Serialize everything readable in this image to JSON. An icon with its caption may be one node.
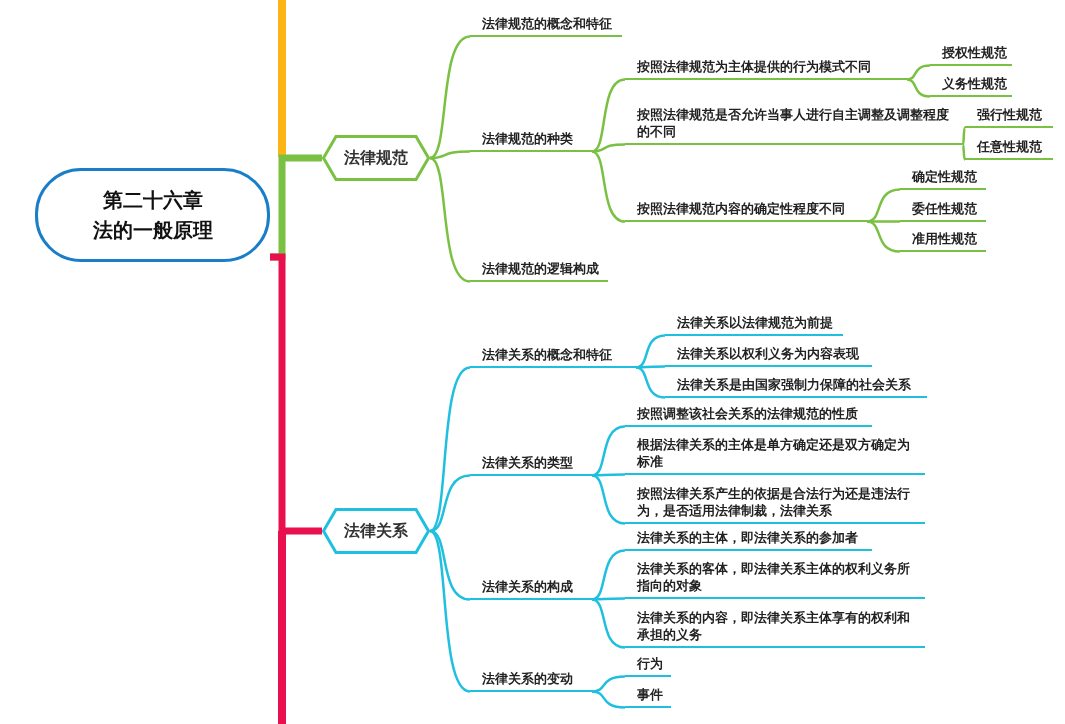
{
  "diagram": {
    "nodes": [
      {
        "text": [
          "第二十六章",
          "法的一般原理"
        ]
      },
      {
        "text": [
          "法律规范"
        ]
      },
      {
        "text": [
          "法律规范的概念和特征"
        ]
      },
      {
        "text": [
          "法律规范的种类"
        ]
      },
      {
        "text": [
          "按照法律规范为主体提供的行为模式不同"
        ]
      },
      {
        "text": [
          "授权性规范"
        ]
      },
      {
        "text": [
          "义务性规范"
        ]
      },
      {
        "text": [
          "按照法律规范是否允许当事人进行自主调整及调整程度的不同"
        ]
      },
      {
        "text": [
          "强行性规范"
        ]
      },
      {
        "text": [
          "任意性规范"
        ]
      },
      {
        "text": [
          "按照法律规范内容的确定性程度不同"
        ]
      },
      {
        "text": [
          "确定性规范"
        ]
      },
      {
        "text": [
          "委任性规范"
        ]
      },
      {
        "text": [
          "准用性规范"
        ]
      },
      {
        "text": [
          "法律规范的逻辑构成"
        ]
      },
      {
        "text": [
          "法律关系"
        ]
      },
      {
        "text": [
          "法律关系的概念和特征"
        ]
      },
      {
        "text": [
          "法律关系以法律规范为前提"
        ]
      },
      {
        "text": [
          "法律关系以权利义务为内容表现"
        ]
      },
      {
        "text": [
          "法律关系是由国家强制力保障的社会关系"
        ]
      },
      {
        "text": [
          "法律关系的类型"
        ]
      },
      {
        "text": [
          "按照调整该社会关系的法律规范的性质"
        ]
      },
      {
        "text": [
          "根据法律关系的主体是单方确定还是双方确定为标准"
        ]
      },
      {
        "text": [
          "按照法律关系产生的依据是合法行为还是违法行为，是否适用法律制裁，法律关系"
        ]
      },
      {
        "text": [
          "法律关系的构成"
        ]
      },
      {
        "text": [
          "法律关系的主体，即法律关系的参加者"
        ]
      },
      {
        "text": [
          "法律关系的客体，即法律关系主体的权利义务所指向的对象"
        ]
      },
      {
        "text": [
          "法律关系的内容，即法律关系主体享有的权利和承担的义务"
        ]
      },
      {
        "text": [
          "法律关系的变动"
        ]
      },
      {
        "text": [
          "行为"
        ]
      },
      {
        "text": [
          "事件"
        ]
      }
    ],
    "edges": [
      {
        "from": 0,
        "to": 1,
        "arrow": "none",
        "style": "thick",
        "color": "#7ac143"
      },
      {
        "from": 1,
        "to": 2,
        "arrow": "none",
        "color": "#7ac143"
      },
      {
        "from": 1,
        "to": 3,
        "arrow": "none",
        "color": "#7ac143"
      },
      {
        "from": 3,
        "to": 4,
        "arrow": "none",
        "color": "#7ac143"
      },
      {
        "from": 4,
        "to": 5,
        "arrow": "none",
        "color": "#7ac143"
      },
      {
        "from": 4,
        "to": 6,
        "arrow": "none",
        "color": "#7ac143"
      },
      {
        "from": 3,
        "to": 7,
        "arrow": "none",
        "color": "#7ac143"
      },
      {
        "from": 7,
        "to": 8,
        "arrow": "none",
        "color": "#7ac143"
      },
      {
        "from": 7,
        "to": 9,
        "arrow": "none",
        "color": "#7ac143"
      },
      {
        "from": 3,
        "to": 10,
        "arrow": "none",
        "color": "#7ac143"
      },
      {
        "from": 10,
        "to": 11,
        "arrow": "none",
        "color": "#7ac143"
      },
      {
        "from": 10,
        "to": 12,
        "arrow": "none",
        "color": "#7ac143"
      },
      {
        "from": 10,
        "to": 13,
        "arrow": "none",
        "color": "#7ac143"
      },
      {
        "from": 1,
        "to": 14,
        "arrow": "none",
        "color": "#7ac143"
      },
      {
        "from": 0,
        "to": 15,
        "arrow": "none",
        "style": "thick",
        "color": "#e8104f"
      },
      {
        "from": 15,
        "to": 16,
        "arrow": "none"
      },
      {
        "from": 16,
        "to": 17,
        "arrow": "none"
      },
      {
        "from": 16,
        "to": 18,
        "arrow": "none"
      },
      {
        "from": 16,
        "to": 19,
        "arrow": "none"
      },
      {
        "from": 15,
        "to": 20,
        "arrow": "none"
      },
      {
        "from": 20,
        "to": 21,
        "arrow": "none"
      },
      {
        "from": 20,
        "to": 22,
        "arrow": "none"
      },
      {
        "from": 20,
        "to": 23,
        "arrow": "none"
      },
      {
        "from": 15,
        "to": 24,
        "arrow": "none"
      },
      {
        "from": 24,
        "to": 25,
        "arrow": "none"
      },
      {
        "from": 24,
        "to": 26,
        "arrow": "none"
      },
      {
        "from": 24,
        "to": 27,
        "arrow": "none"
      },
      {
        "from": 15,
        "to": 28,
        "arrow": "none"
      },
      {
        "from": 28,
        "to": 29,
        "arrow": "none"
      },
      {
        "from": 28,
        "to": 30,
        "arrow": "none"
      }
    ]
  }
}
